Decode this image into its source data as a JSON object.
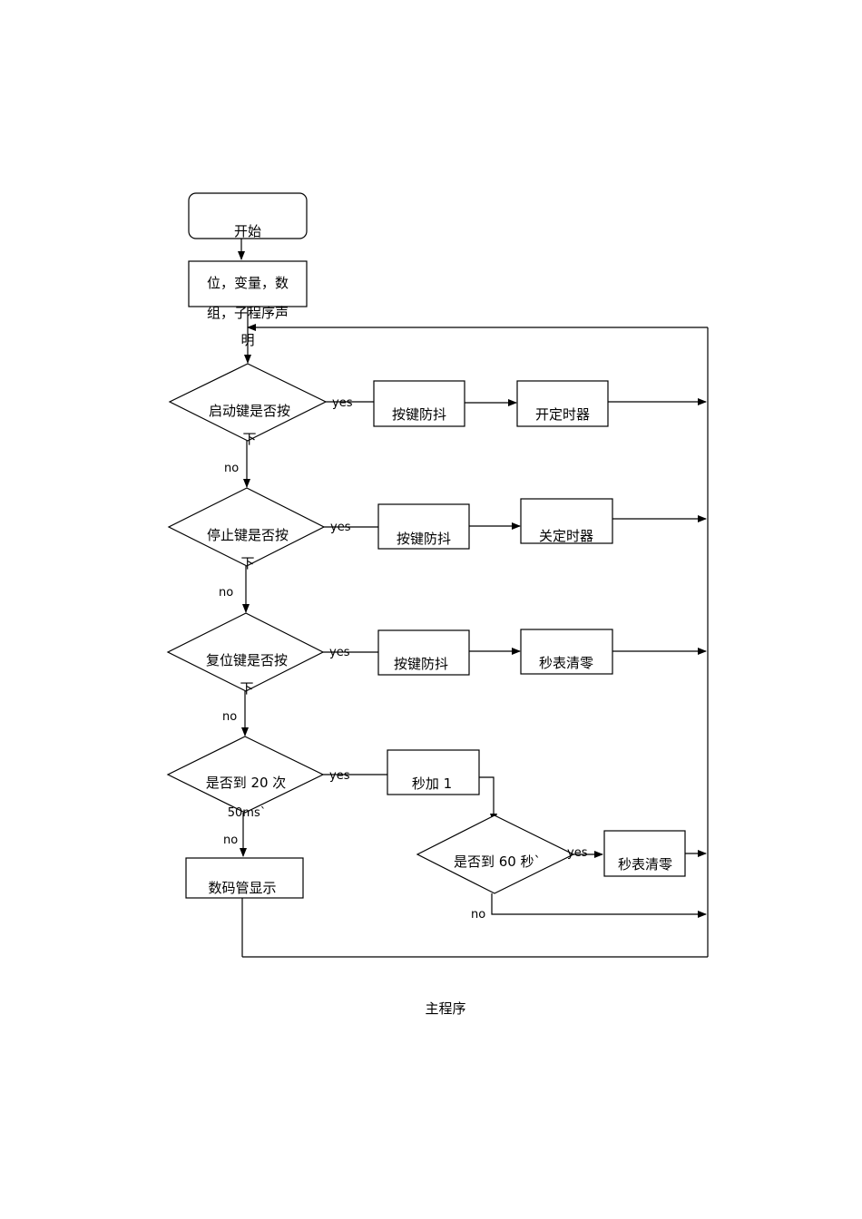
{
  "nodes": {
    "start": "开始",
    "declare_line1": "位，变量，数",
    "declare_line2": "组，子程序声",
    "declare_line3": "明",
    "start_key_line1": "启动键是否按",
    "start_key_line2": "下",
    "stop_key_line1": "停止键是否按",
    "stop_key_line2": "下",
    "reset_key_line1": "复位键是否按",
    "reset_key_line2": "下",
    "count20_line1": "是否到 20 次",
    "count20_line2": "50ms`",
    "debounce": "按键防抖",
    "timer_on": "开定时器",
    "timer_off": "关定时器",
    "clear": "秒表清零",
    "sec_plus": "秒加 1",
    "sec60": "是否到 60 秒`",
    "display": "数码管显示"
  },
  "edge_labels": {
    "yes": "yes",
    "no": "no"
  },
  "caption": "主程序"
}
